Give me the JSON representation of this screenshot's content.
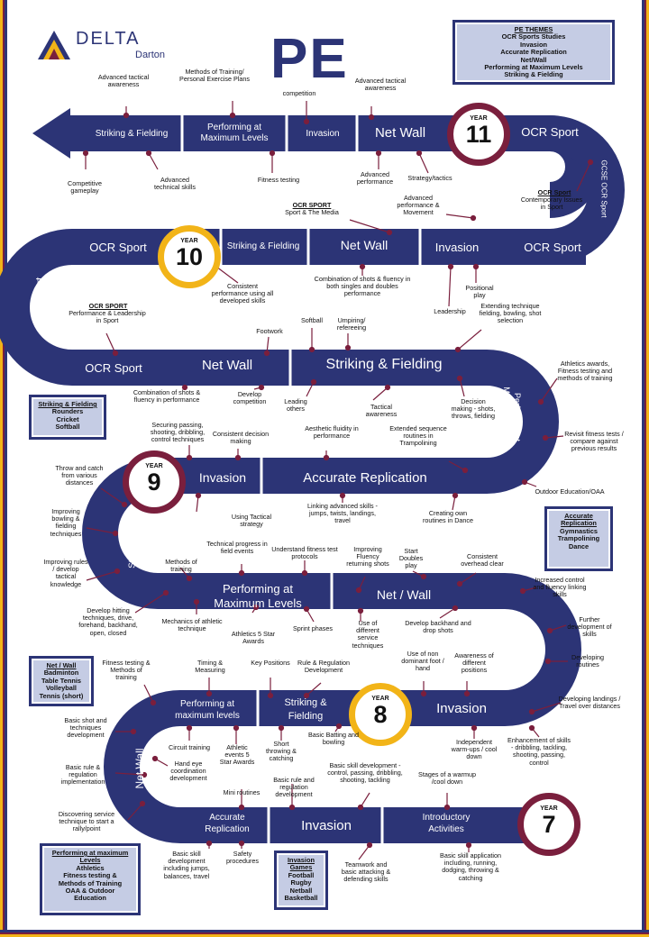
{
  "logo": {
    "brand": "DELTA",
    "sub": "Darton"
  },
  "title": "PE",
  "themes_box": {
    "heading": "PE THEMES",
    "lines": [
      "OCR Sports Studies",
      "Invasion",
      "Accurate Replication",
      "Net/Wall",
      "Performing at Maximum Levels",
      "Striking & Fielding"
    ]
  },
  "years": {
    "y11": {
      "label": "YEAR",
      "num": "11"
    },
    "y10": {
      "label": "YEAR",
      "num": "10"
    },
    "y9": {
      "label": "YEAR",
      "num": "9"
    },
    "y8": {
      "label": "YEAR",
      "num": "8"
    },
    "y7": {
      "label": "YEAR",
      "num": "7"
    }
  },
  "segments": {
    "r1_sf": "Striking & Fielding",
    "r1_pml1": "Performing at",
    "r1_pml2": "Maximum Levels",
    "r1_inv": "Invasion",
    "r1_nw": "Net Wall",
    "r1_ocr": "OCR Sport",
    "gcse": "GCSE OCR Sport",
    "acc_rep_v1": "Accurate",
    "acc_rep_v2": "Replication",
    "r2_ocr_r": "OCR Sport",
    "r2_inv": "Invasion",
    "r2_nw": "Net Wall",
    "r2_sf": "Striking & Fielding",
    "r2_ocr_l": "OCR Sport",
    "ocr_v": "OCR Sport",
    "r3_ocr": "OCR Sport",
    "r3_nw": "Net Wall",
    "r3_sf": "Striking & Fielding",
    "pml_v1": "Performing at",
    "pml_v2": "Maximum Levels",
    "r4_inv": "Invasion",
    "r4_ar": "Accurate Replication",
    "sf_v1": "Striking &",
    "sf_v2": "Fielding",
    "r5_pml1": "Performing at",
    "r5_pml2": "Maximum Levels",
    "r5_nw": "Net / Wall",
    "ar_v1": "Accurate",
    "ar_v2": "Replication",
    "r6_pml1": "Performing at",
    "r6_pml2": "maximum levels",
    "r6_sf1": "Striking &",
    "r6_sf2": "Fielding",
    "r6_inv": "Invasion",
    "nw_v": "Net Wall",
    "r7_ar1": "Accurate",
    "r7_ar2": "Replication",
    "r7_inv": "Invasion",
    "r7_ia1": "Introductory",
    "r7_ia2": "Activities"
  },
  "labels": {
    "l1": "Advanced tactical awareness",
    "l2": "Methods of Training/ Personal Exercise Plans",
    "l3": "competition",
    "l4": "Advanced tactical awareness",
    "l5": "Competitive gameplay",
    "l6": "Advanced technical skills",
    "l7": "Fitness testing",
    "l8": "Advanced performance",
    "l9": "Strategy/tactics",
    "l10": "Advanced performance & Movement",
    "l11h": "OCR Sport",
    "l11": "Contemporary Issues in Sport",
    "l12h": "OCR SPORT",
    "l12": "Sport & The Media",
    "l13": "Consistent performance using all developed skills",
    "l14": "Combination of shots & fluency in both singles and doubles performance",
    "l15": "Positional play",
    "l16": "Leadership",
    "l17h": "OCR SPORT",
    "l17": "Performance & Leadership in Sport",
    "l18": "Footwork",
    "l19": "Softball",
    "l20": "Umpiring/ refereeing",
    "l21": "Extending technique fielding, bowling, shot selection",
    "l22": "Athletics awards, Fitness testing and methods of training",
    "l23": "Combination of shots & fluency in performance",
    "l24": "Develop competition",
    "l25": "Leading others",
    "l26": "Tactical awareness",
    "l27": "Decision making - shots, throws, fielding",
    "l28": "Revisit fitness tests / compare against previous results",
    "l29": "Securing passing, shooting, dribbling, control techniques",
    "l30": "Consistent decision making",
    "l31": "Aesthetic fluidity in performance",
    "l32": "Extended sequence routines in Trampolining",
    "l33": "Outdoor Education/OAA",
    "l34": "Throw and catch from various distances",
    "l35": "Linking advanced skills - jumps, twists, landings, travel",
    "l36": "Creating own routines in Dance",
    "l37": "Using Tactical strategy",
    "l38": "Improving bowling & fielding techniques",
    "l39": "Improving rules / develop tactical knowledge",
    "l40": "Methods of training",
    "l41": "Technical progress in field events",
    "l42": "Understand fitness test protocols",
    "l43": "Improving Fluency returning shots",
    "l44": "Start Doubles play",
    "l45": "Consistent overhead clear",
    "l46": "Increased control and fluency linking skills",
    "l47": "Develop hitting techniques, drive, forehand, backhand, open, closed",
    "l48": "Mechanics of athletic technique",
    "l49": "Athletics 5 Star Awards",
    "l50": "Sprint phases",
    "l51": "Use of different service techniques",
    "l52": "Develop backhand and drop shots",
    "l53": "Further development of skills",
    "l54": "Developing routines",
    "l55": "Fitness testing & Methods of training",
    "l56": "Timing & Measuring",
    "l57": "Key Positions",
    "l58": "Rule & Regulation Development",
    "l59": "Use of non dominant foot / hand",
    "l60": "Awareness of different positions",
    "l61": "Developing landings / Travel over distances",
    "l62": "Basic shot and techniques development",
    "l63": "Circuit training",
    "l64": "Athletic events 5 Star Awards",
    "l65": "Short throwing & catching",
    "l66": "Basic Batting and bowling",
    "l67": "Independent warm-ups / cool down",
    "l68": "Enhancement of skills - dribbling, tackling, shooting, passing, control",
    "l69": "Basic rule & regulation implementation",
    "l70": "Hand eye coordination development",
    "l71": "Basic rule and regulation development",
    "l72": "Basic skill development - control, passing, dribbling, shooting, tackling",
    "l73": "Stages of a warmup /cool down",
    "l74": "Mini routines",
    "l75": "Discovering service technique to start a rally/point",
    "l76": "Basic skill development including jumps, balances, travel",
    "l77": "Safety procedures",
    "l78": "Teamwork and basic attacking & defending skills",
    "l79": "Basic skill application including, running, dodging, throwing & catching"
  },
  "boxes": {
    "sf": {
      "heading": "Striking & Fielding",
      "lines": [
        "Rounders",
        "Cricket",
        "Softball"
      ]
    },
    "ar": {
      "heading": "Accurate Replication",
      "lines": [
        "Gymnastics",
        "Trampolining",
        "Dance"
      ]
    },
    "nw": {
      "heading": "Net / Wall",
      "lines": [
        "Badminton",
        "Table Tennis",
        "Volleyball",
        "Tennis (short)"
      ]
    },
    "pml": {
      "heading": "Performing at maximum Levels",
      "lines": [
        "Athletics",
        "Fitness testing &",
        "Methods of Training",
        "OAA & Outdoor",
        "Education"
      ]
    },
    "inv": {
      "heading": "Invasion Games",
      "lines": [
        "Football",
        "Rugby",
        "Netball",
        "Basketball"
      ]
    }
  },
  "colors": {
    "road": "#2c3476",
    "maroon": "#7a1f3d",
    "gold": "#f2b418",
    "box_fill": "#c5cce4"
  }
}
